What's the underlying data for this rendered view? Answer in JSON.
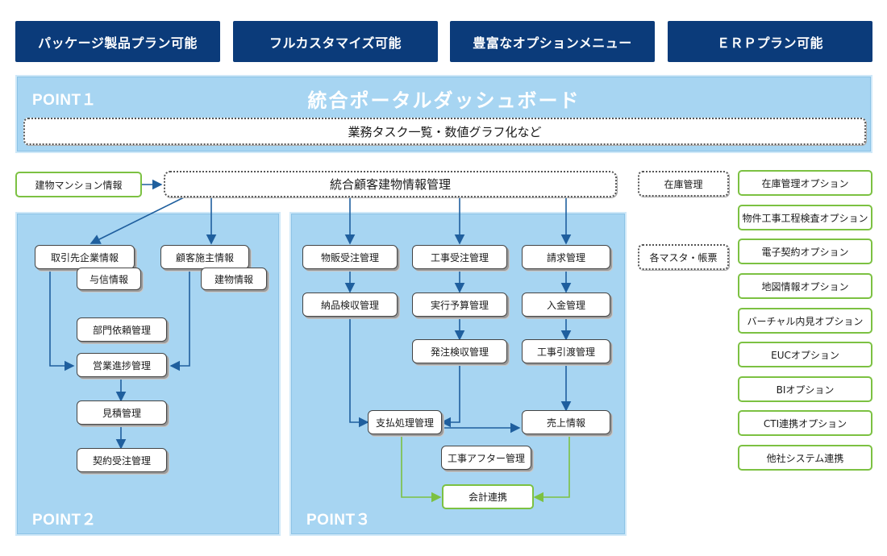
{
  "top_buttons": [
    "パッケージ製品プラン可能",
    "フルカスタマイズ可能",
    "豊富なオプションメニュー",
    "ＥＲＰプラン可能"
  ],
  "point1": {
    "label": "POINT１",
    "title": "統合ポータルダッシュボード",
    "subtitle": "業務タスク一覧・数値グラフ化など"
  },
  "point2": {
    "label": "POINT２"
  },
  "point3": {
    "label": "POINT３"
  },
  "boxes": {
    "building_mansion": "建物マンション情報",
    "integrated_mgmt": "統合顧客建物情報管理",
    "client_info": "取引先企業情報",
    "credit_info": "与信情報",
    "customer_owner": "顧客施主情報",
    "building_info": "建物情報",
    "dept_request": "部門依頼管理",
    "sales_progress": "営業進捗管理",
    "estimate": "見積管理",
    "contract_order": "契約受注管理",
    "goods_order": "物販受注管理",
    "delivery_inspect": "納品検収管理",
    "construction_order": "工事受注管理",
    "exec_budget": "実行予算管理",
    "order_inspect": "発注検収管理",
    "billing": "請求管理",
    "payment_in": "入金管理",
    "construction_handover": "工事引渡管理",
    "payment_processing": "支払処理管理",
    "sales_info": "売上情報",
    "after_service": "工事アフター管理",
    "accounting": "会計連携",
    "inventory": "在庫管理",
    "masters": "各マスタ・帳票"
  },
  "options": [
    "在庫管理オプション",
    "物件工事工程検査オプション",
    "電子契約オプション",
    "地図情報オプション",
    "バーチャル内見オプション",
    "EUCオプション",
    "BIオプション",
    "CTI連携オプション",
    "他社システム連携"
  ],
  "colors": {
    "navy": "#0b3b7a",
    "panel": "#a7d5f2",
    "arrow_blue": "#1f5f9e",
    "option_green": "#7cc142"
  }
}
